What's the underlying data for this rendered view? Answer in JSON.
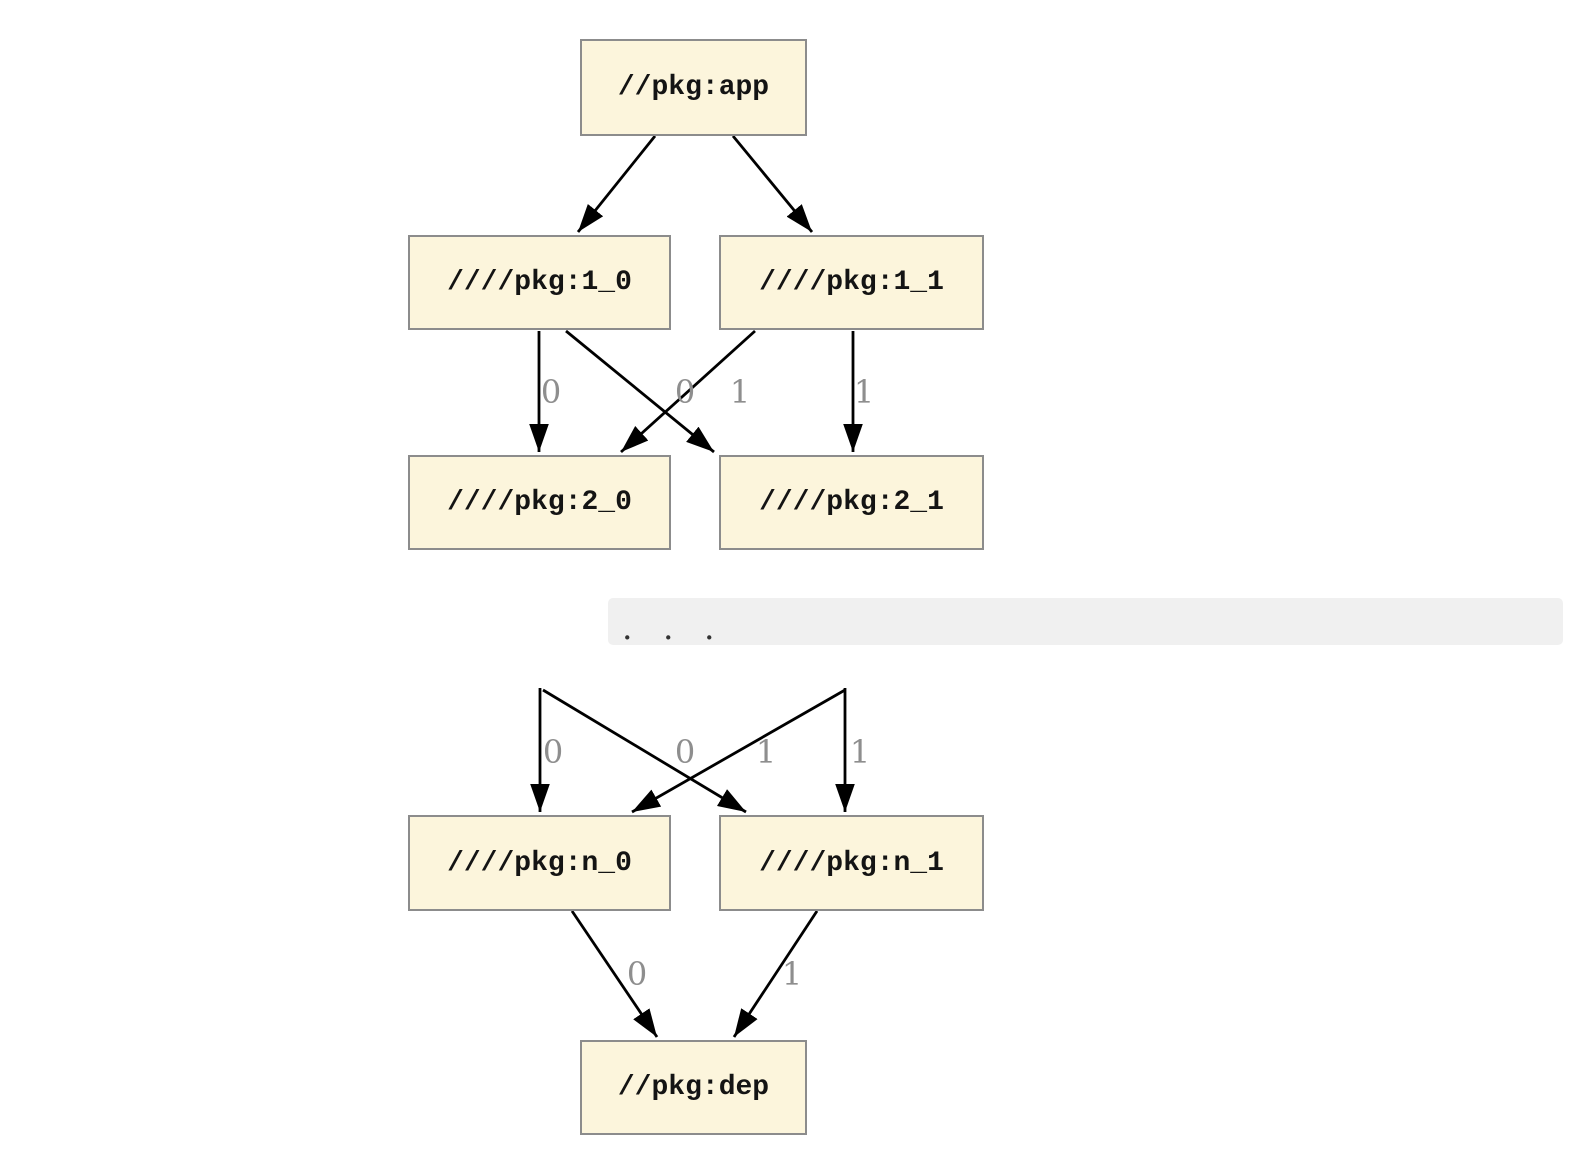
{
  "diagram": {
    "type": "dependency-graph",
    "colors": {
      "background": "#FFFFFF",
      "node_fill": "#FCF5DC",
      "node_border": "#8C8C8C",
      "edge": "#000000",
      "edge_label": "#8E8E8E",
      "ellipsis_band": "#F0F0F0"
    },
    "nodes": {
      "app": {
        "label": "//pkg:app"
      },
      "l1_0": {
        "label": "////pkg:1_0"
      },
      "l1_1": {
        "label": "////pkg:1_1"
      },
      "l2_0": {
        "label": "////pkg:2_0"
      },
      "l2_1": {
        "label": "////pkg:2_1"
      },
      "ln_0": {
        "label": "////pkg:n_0"
      },
      "ln_1": {
        "label": "////pkg:n_1"
      },
      "dep": {
        "label": "//pkg:dep"
      }
    },
    "ellipsis": ". . .",
    "edges": [
      {
        "from": "//pkg:app",
        "to": "////pkg:1_0",
        "label": ""
      },
      {
        "from": "//pkg:app",
        "to": "////pkg:1_1",
        "label": ""
      },
      {
        "from": "////pkg:1_0",
        "to": "////pkg:2_0",
        "label": "0"
      },
      {
        "from": "////pkg:1_1",
        "to": "////pkg:2_0",
        "label": "0"
      },
      {
        "from": "////pkg:1_0",
        "to": "////pkg:2_1",
        "label": "1"
      },
      {
        "from": "////pkg:1_1",
        "to": "////pkg:2_1",
        "label": "1"
      },
      {
        "from": "...",
        "to": "////pkg:n_0",
        "label": "0"
      },
      {
        "from": "...",
        "to": "////pkg:n_0",
        "label": "0"
      },
      {
        "from": "...",
        "to": "////pkg:n_1",
        "label": "1"
      },
      {
        "from": "...",
        "to": "////pkg:n_1",
        "label": "1"
      },
      {
        "from": "////pkg:n_0",
        "to": "//pkg:dep",
        "label": "0"
      },
      {
        "from": "////pkg:n_1",
        "to": "//pkg:dep",
        "label": "1"
      }
    ]
  }
}
